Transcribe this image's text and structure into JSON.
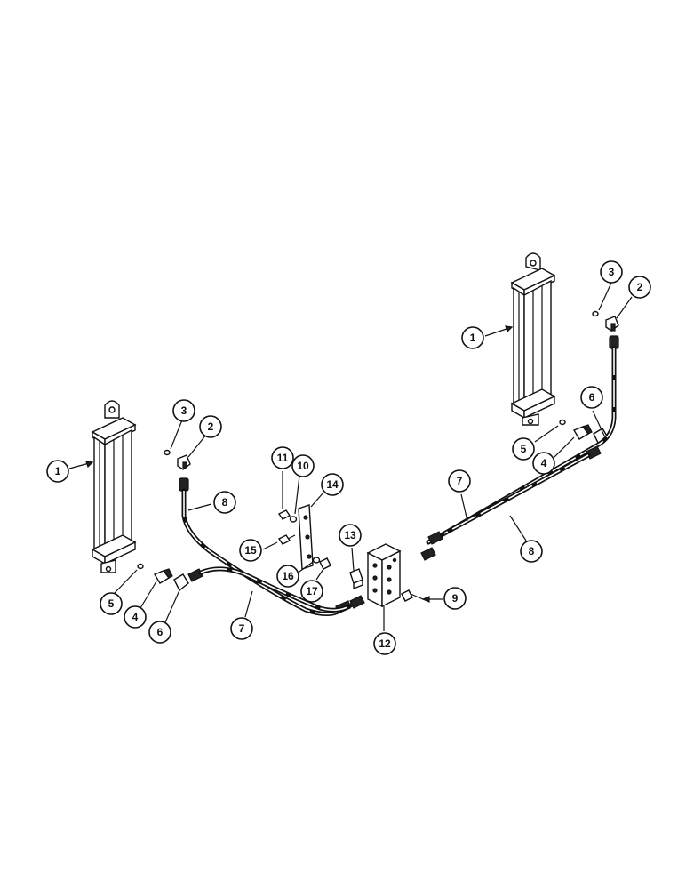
{
  "callouts": {
    "c1a": "1",
    "c1b": "1",
    "c2a": "2",
    "c2b": "2",
    "c3a": "3",
    "c3b": "3",
    "c4a": "4",
    "c4b": "4",
    "c5a": "5",
    "c5b": "5",
    "c6a": "6",
    "c6b": "6",
    "c7a": "7",
    "c7b": "7",
    "c8a": "8",
    "c8b": "8",
    "c9": "9",
    "c10": "10",
    "c11": "11",
    "c12": "12",
    "c13": "13",
    "c14": "14",
    "c15": "15",
    "c16": "16",
    "c17": "17"
  }
}
